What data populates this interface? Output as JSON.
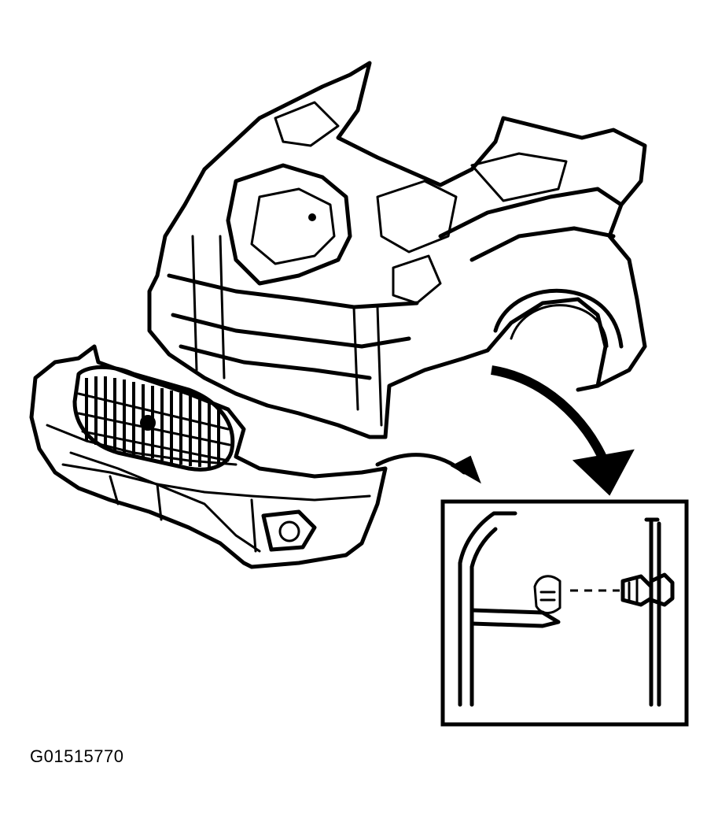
{
  "figure_id": "G01515770",
  "colors": {
    "ink": "#000000",
    "background": "#ffffff"
  },
  "parts": [
    "front-end-structure",
    "front-bumper-fascia",
    "grille",
    "detail-inset-fastener-clip"
  ]
}
